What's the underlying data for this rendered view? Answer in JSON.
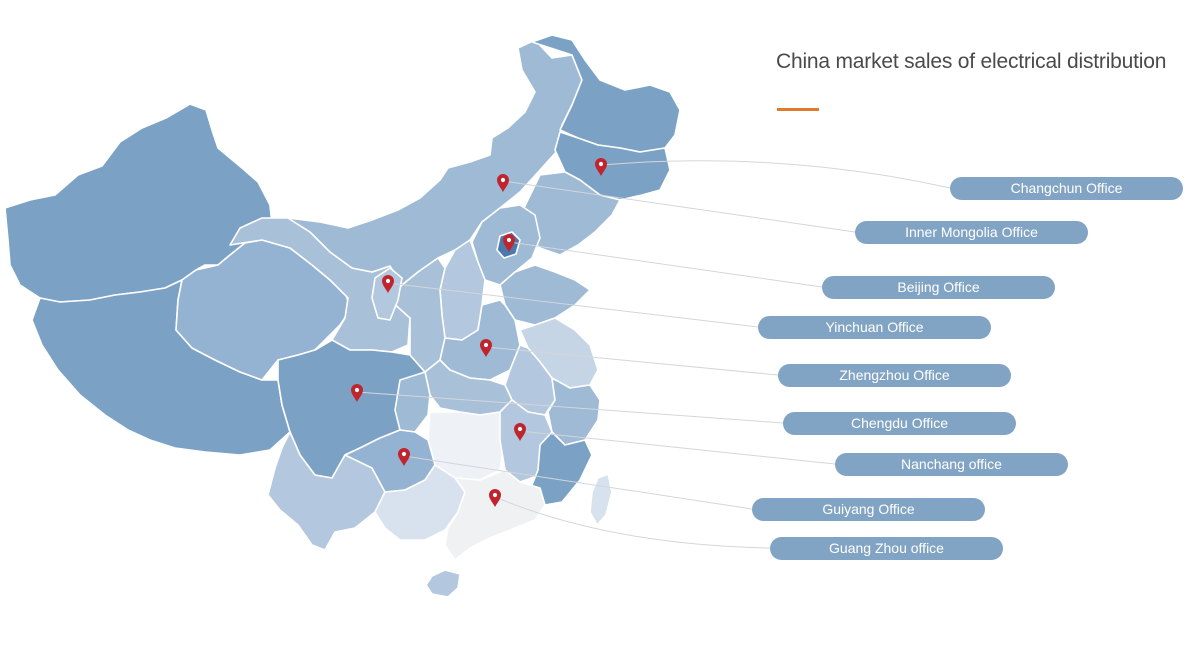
{
  "title": "China market sales of electrical distribution",
  "colors": {
    "accent": "#e07a2c",
    "button": "#82a4c4",
    "pin": "#c0252e",
    "region_dark": "#7ba2c5",
    "region_mid": "#94b2d1",
    "region_light": "#b3c7de",
    "region_pale": "#d7e2ee",
    "region_faint": "#eef2f7"
  },
  "offices": [
    {
      "label": "Changchun Office",
      "icon": "location-pin-icon"
    },
    {
      "label": "Inner Mongolia Office",
      "icon": "location-pin-icon"
    },
    {
      "label": "Beijing Office",
      "icon": "location-pin-icon"
    },
    {
      "label": "Yinchuan Office",
      "icon": "location-pin-icon"
    },
    {
      "label": "Zhengzhou Office",
      "icon": "location-pin-icon"
    },
    {
      "label": "Chengdu Office",
      "icon": "location-pin-icon"
    },
    {
      "label": "Nanchang office",
      "icon": "location-pin-icon"
    },
    {
      "label": "Guiyang Office",
      "icon": "location-pin-icon"
    },
    {
      "label": "Guang Zhou office",
      "icon": "location-pin-icon"
    }
  ]
}
